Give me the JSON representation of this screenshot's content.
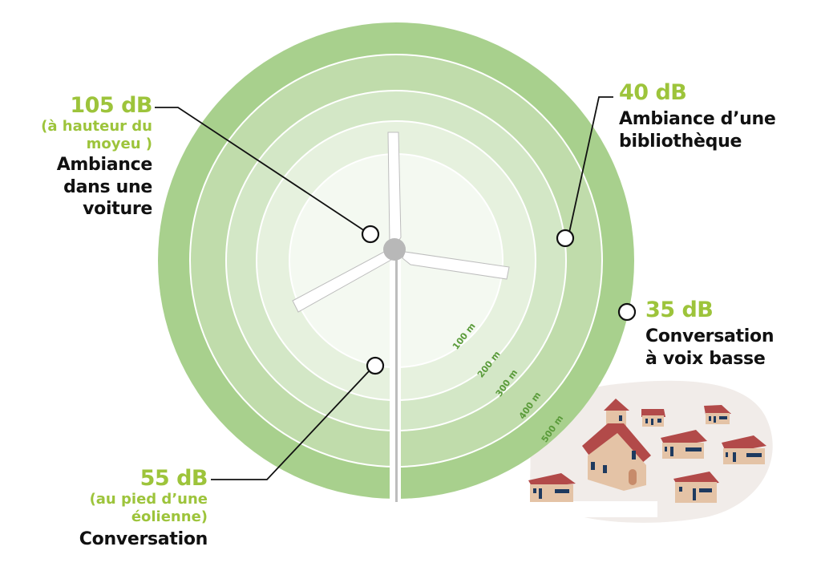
{
  "diagram": {
    "title": "",
    "colors": {
      "ring_500": "#a8d08d",
      "ring_400": "#c0dcab",
      "ring_300": "#d3e7c6",
      "ring_200": "#e6f1de",
      "ring_100": "#f4f9f1",
      "ring_separator": "#ffffff",
      "db_value": "#9dc43b",
      "description": "#111111",
      "distance_label": "#5a9b3a",
      "turbine_hub": "#b8b8b8",
      "village_ground": "#f1ece9",
      "roof": "#b24a49",
      "wall": "#e4c3a6"
    },
    "distance_rings": [
      {
        "label": "100 m"
      },
      {
        "label": "200 m"
      },
      {
        "label": "300 m"
      },
      {
        "label": "400 m"
      },
      {
        "label": "500 m"
      }
    ],
    "annotations": [
      {
        "id": "hub",
        "value": "105 dB",
        "note_line1": "(à hauteur du",
        "note_line2": "moyeu )",
        "desc_line1": "Ambiance",
        "desc_line2": "dans une",
        "desc_line3": "voiture"
      },
      {
        "id": "library",
        "value": "40 dB",
        "desc_line1": "Ambiance d’une",
        "desc_line2": "bibliothèque"
      },
      {
        "id": "whisper",
        "value": "35 dB",
        "desc_line1": "Conversation",
        "desc_line2": "à voix basse"
      },
      {
        "id": "foot",
        "value": "55 dB",
        "note_line1": "(au pied d’une",
        "note_line2": "éolienne)",
        "desc_line1": "Conversation"
      }
    ],
    "icons": {
      "turbine": "wind-turbine-icon",
      "village": "village-icon"
    }
  }
}
